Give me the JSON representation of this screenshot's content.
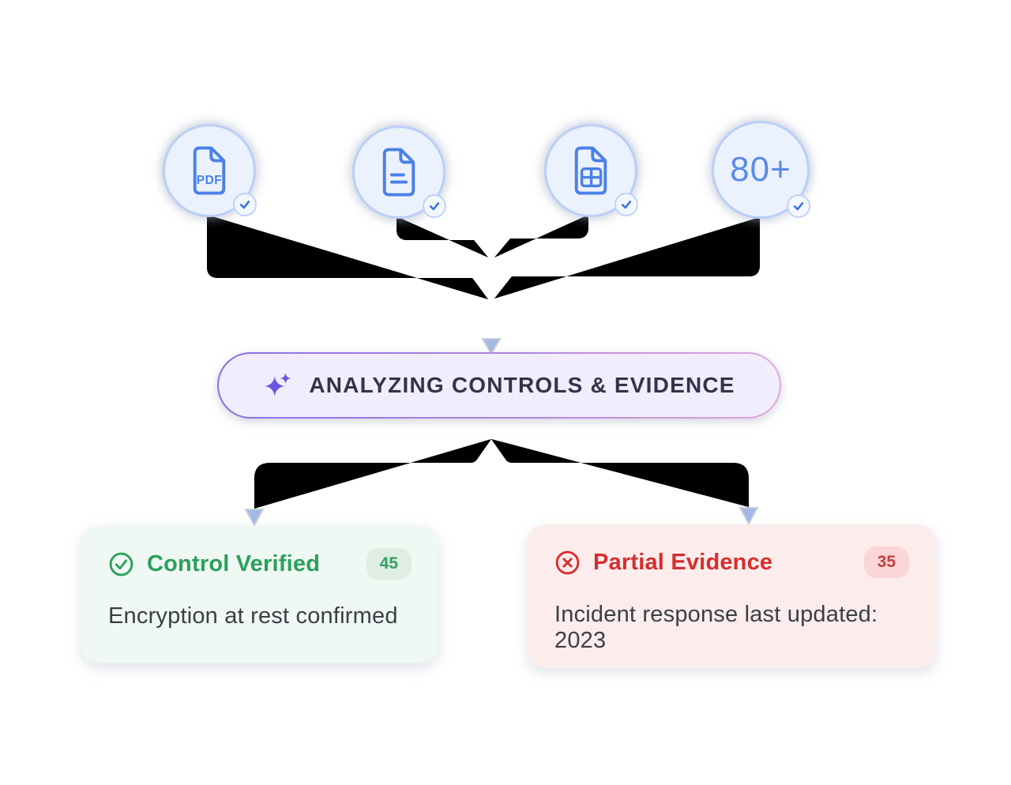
{
  "sources": {
    "pdf_label": "PDF",
    "count_label": "80+",
    "items": [
      {
        "name": "pdf-document",
        "icon": "pdf-file-icon"
      },
      {
        "name": "text-document",
        "icon": "text-file-icon"
      },
      {
        "name": "spreadsheet-document",
        "icon": "spreadsheet-file-icon"
      },
      {
        "name": "evidence-count",
        "icon": "count-80-plus-label"
      }
    ],
    "status_icon": "check-badge-icon"
  },
  "banner": {
    "icon": "sparkles-icon",
    "label": "ANALYZING CONTROLS & EVIDENCE"
  },
  "results": {
    "verified": {
      "icon": "check-circle-icon",
      "title": "Control Verified",
      "count": "45",
      "description": "Encryption at rest confirmed"
    },
    "partial": {
      "icon": "x-circle-icon",
      "title": "Partial Evidence",
      "count": "35",
      "description": "Incident response last updated: 2023"
    }
  },
  "colors": {
    "node_fill": "#ebf2fe",
    "node_border": "#b9cff7",
    "icon_blue": "#4a80e8",
    "connector_blue": "#a4b8e6",
    "banner_fill": "#f1edfc",
    "banner_border_start": "#8770e3",
    "banner_border_end": "#e3a7de",
    "banner_text": "#32344b",
    "sparkle_purple": "#6c55e0",
    "verified_bg": "#eff8f2",
    "verified_accent": "#2aa05c",
    "verified_badge_bg": "#dfede3",
    "partial_bg": "#fdecec",
    "partial_accent": "#d62e2f",
    "partial_badge_bg": "#fbd6d6",
    "body_text": "#3a3e47"
  }
}
